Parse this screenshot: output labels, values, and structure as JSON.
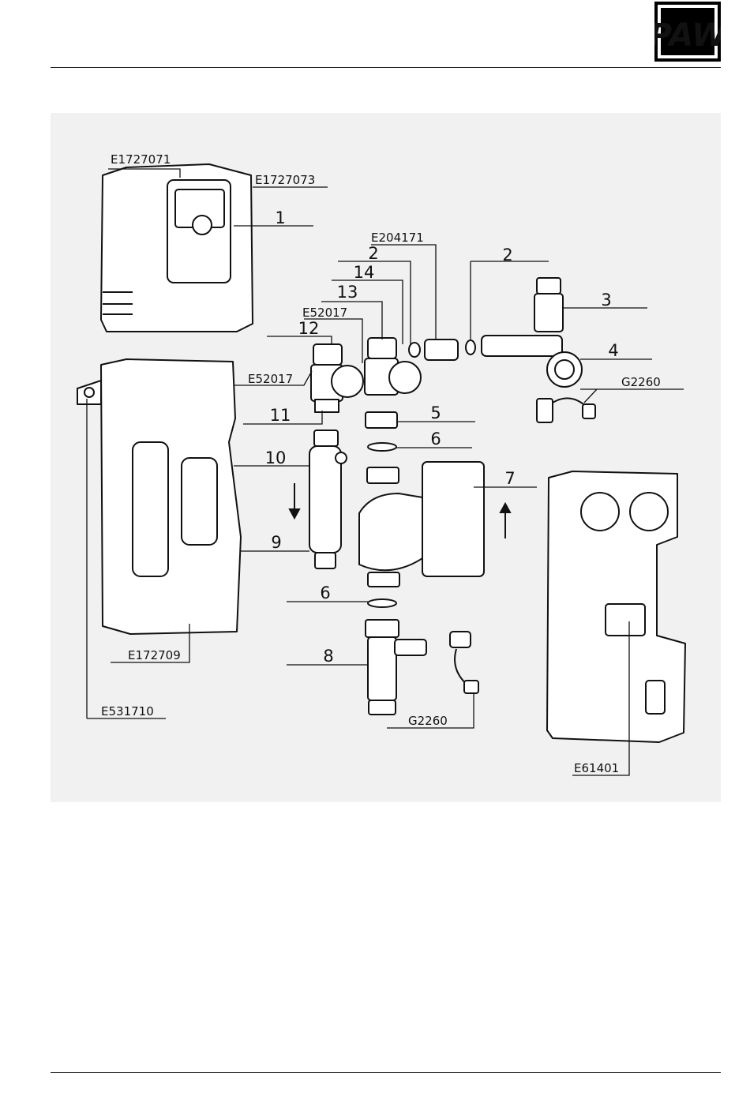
{
  "logo": {
    "text": "PAW"
  },
  "callouts": [
    {
      "id": "c1",
      "label": "1"
    },
    {
      "id": "c2a",
      "label": "2"
    },
    {
      "id": "c2b",
      "label": "2"
    },
    {
      "id": "c3",
      "label": "3"
    },
    {
      "id": "c4",
      "label": "4"
    },
    {
      "id": "c5",
      "label": "5"
    },
    {
      "id": "c6a",
      "label": "6"
    },
    {
      "id": "c6b",
      "label": "6"
    },
    {
      "id": "c7",
      "label": "7"
    },
    {
      "id": "c8",
      "label": "8"
    },
    {
      "id": "c9",
      "label": "9"
    },
    {
      "id": "c10",
      "label": "10"
    },
    {
      "id": "c11",
      "label": "11"
    },
    {
      "id": "c12",
      "label": "12"
    },
    {
      "id": "c13",
      "label": "13"
    },
    {
      "id": "c14",
      "label": "14"
    }
  ],
  "part_codes": [
    {
      "id": "p1",
      "code": "E1727071"
    },
    {
      "id": "p2",
      "code": "E1727073"
    },
    {
      "id": "p3",
      "code": "E204171"
    },
    {
      "id": "p4",
      "code": "E52017"
    },
    {
      "id": "p5",
      "code": "E52017"
    },
    {
      "id": "p6",
      "code": "G2260"
    },
    {
      "id": "p7",
      "code": "E172709"
    },
    {
      "id": "p8",
      "code": "E531710"
    },
    {
      "id": "p9",
      "code": "G2260"
    },
    {
      "id": "p10",
      "code": "E61401"
    }
  ]
}
